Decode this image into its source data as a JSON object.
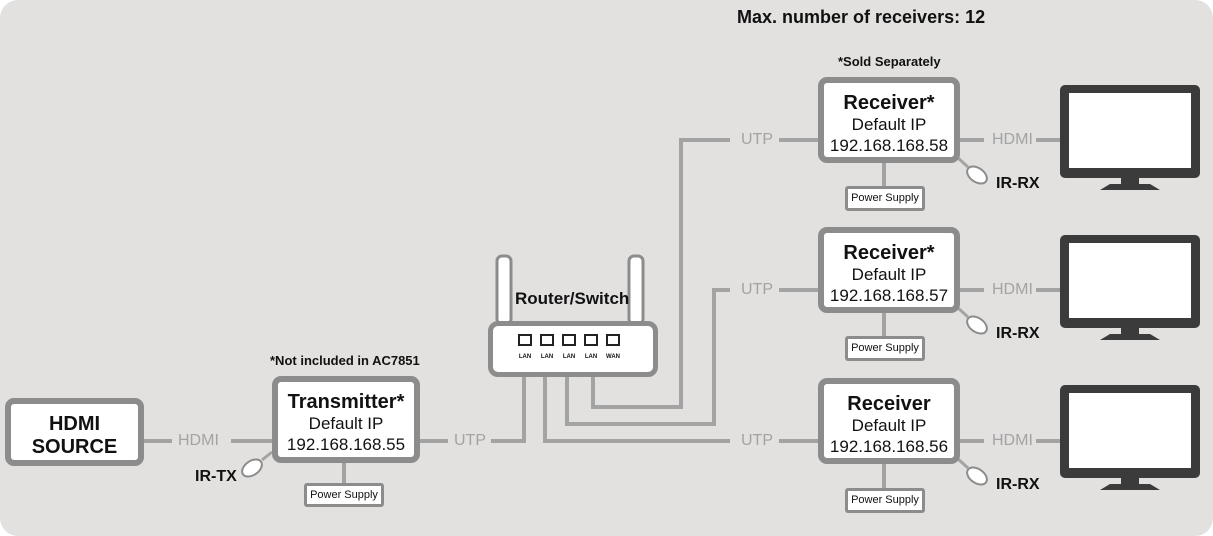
{
  "header": {
    "max_receivers": "Max. number of receivers: 12"
  },
  "notes": {
    "sold_separately": "*Sold Separately",
    "not_included": "*Not included in AC7851"
  },
  "source": {
    "line1": "HDMI",
    "line2": "SOURCE"
  },
  "transmitter": {
    "title": "Transmitter*",
    "ip_label": "Default IP",
    "ip": "192.168.168.55",
    "power": "Power Supply",
    "ir": "IR-TX"
  },
  "router": {
    "title": "Router/Switch",
    "ports": [
      "LAN",
      "LAN",
      "LAN",
      "LAN",
      "WAN"
    ]
  },
  "receivers": [
    {
      "title": "Receiver*",
      "ip_label": "Default IP",
      "ip": "192.168.168.58",
      "power": "Power Supply",
      "ir": "IR-RX"
    },
    {
      "title": "Receiver*",
      "ip_label": "Default IP",
      "ip": "192.168.168.57",
      "power": "Power Supply",
      "ir": "IR-RX"
    },
    {
      "title": "Receiver",
      "ip_label": "Default IP",
      "ip": "192.168.168.56",
      "power": "Power Supply",
      "ir": "IR-RX"
    }
  ],
  "links": {
    "hdmi": "HDMI",
    "utp": "UTP"
  },
  "colors": {
    "panel": "#e2e1e0",
    "border": "#8c8c8c",
    "line": "#a3a3a3",
    "text": "#111111"
  }
}
